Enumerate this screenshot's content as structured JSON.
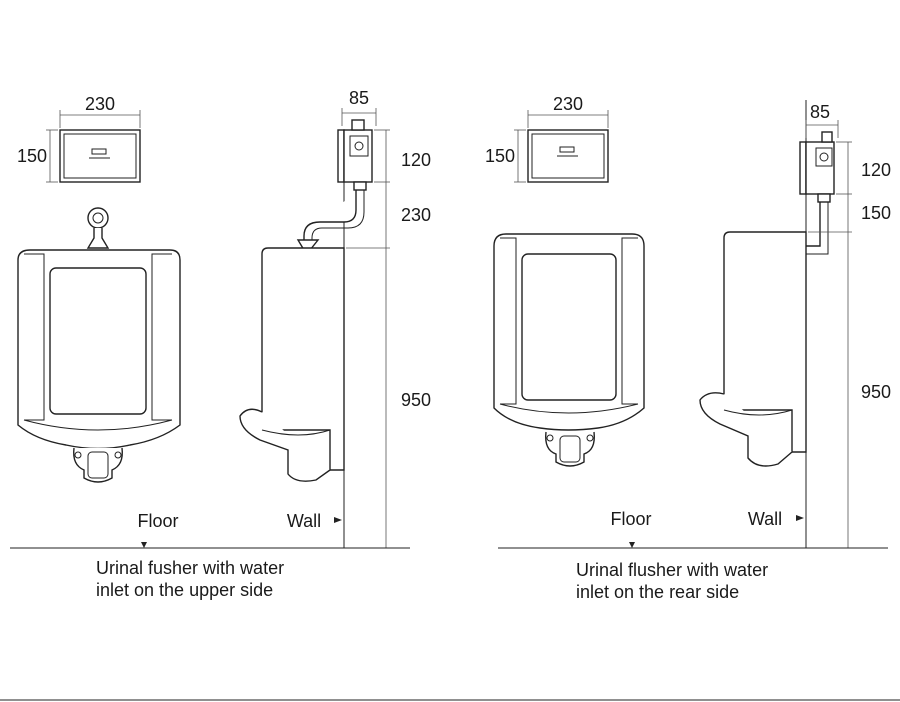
{
  "left": {
    "panel_width": "230",
    "panel_height": "150",
    "flusher_width": "85",
    "flusher_height": "120",
    "pipe_height": "230",
    "install_height": "950",
    "floor_label": "Floor",
    "wall_label": "Wall",
    "caption_line1": "Urinal fusher with water",
    "caption_line2": "inlet on the upper side"
  },
  "right": {
    "panel_width": "230",
    "panel_height": "150",
    "flusher_width": "85",
    "flusher_height": "120",
    "pipe_height": "150",
    "install_height": "950",
    "floor_label": "Floor",
    "wall_label": "Wall",
    "caption_line1": "Urinal flusher with water",
    "caption_line2": "inlet on the rear side"
  }
}
